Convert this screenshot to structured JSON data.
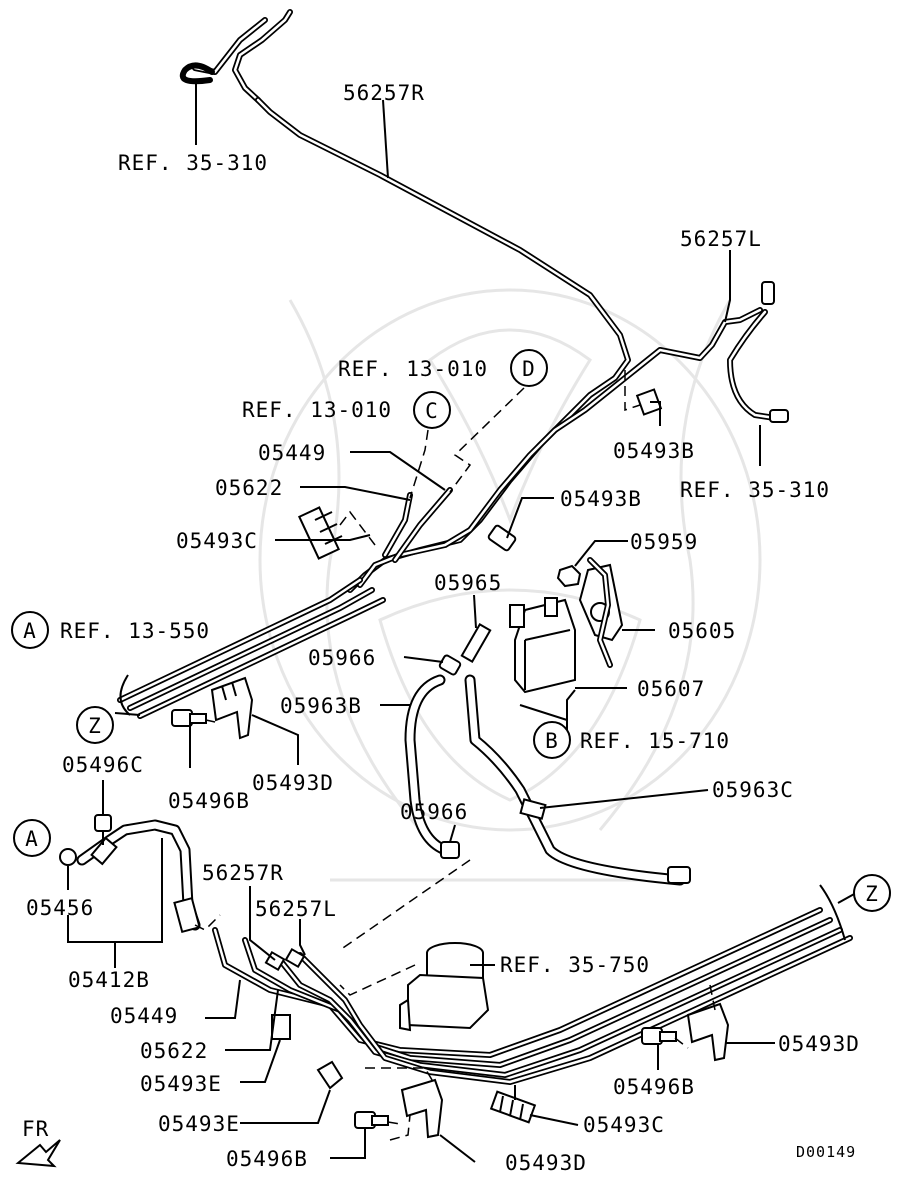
{
  "diagram": {
    "code": "D00149",
    "direction_label": "FR",
    "callouts": {
      "A_top": "A",
      "A_left": "A",
      "B": "B",
      "C": "C",
      "D": "D",
      "Z_left": "Z",
      "Z_right": "Z"
    },
    "labels": {
      "p56257R_top": "56257R",
      "ref35310_left": "REF. 35-310",
      "p56257L_top": "56257L",
      "ref13010_d": "REF. 13-010",
      "ref13010_c": "REF. 13-010",
      "p05493B_top": "05493B",
      "p05449_top": "05449",
      "ref35310_right": "REF. 35-310",
      "p05622_top": "05622",
      "p05493B_mid": "05493B",
      "p05493C_top": "05493C",
      "p05959": "05959",
      "p05965": "05965",
      "ref13550": "REF. 13-550",
      "p05605": "05605",
      "p05966_top": "05966",
      "p05607": "05607",
      "p05963B": "05963B",
      "ref15710": "REF. 15-710",
      "p05493D_left": "05493D",
      "p05496C": "05496C",
      "p05496B_left": "05496B",
      "p05963C": "05963C",
      "p05966_bot": "05966",
      "p56257R_bot": "56257R",
      "p56257L_bot": "56257L",
      "p05456": "05456",
      "p05412B": "05412B",
      "ref35750": "REF. 35-750",
      "p05449_bot": "05449",
      "p05622_bot": "05622",
      "p05493D_right": "05493D",
      "p05493E_1": "05493E",
      "p05496B_right": "05496B",
      "p05493E_2": "05493E",
      "p05493C_bot": "05493C",
      "p05496B_bot": "05496B",
      "p05493D_bot": "05493D"
    }
  }
}
